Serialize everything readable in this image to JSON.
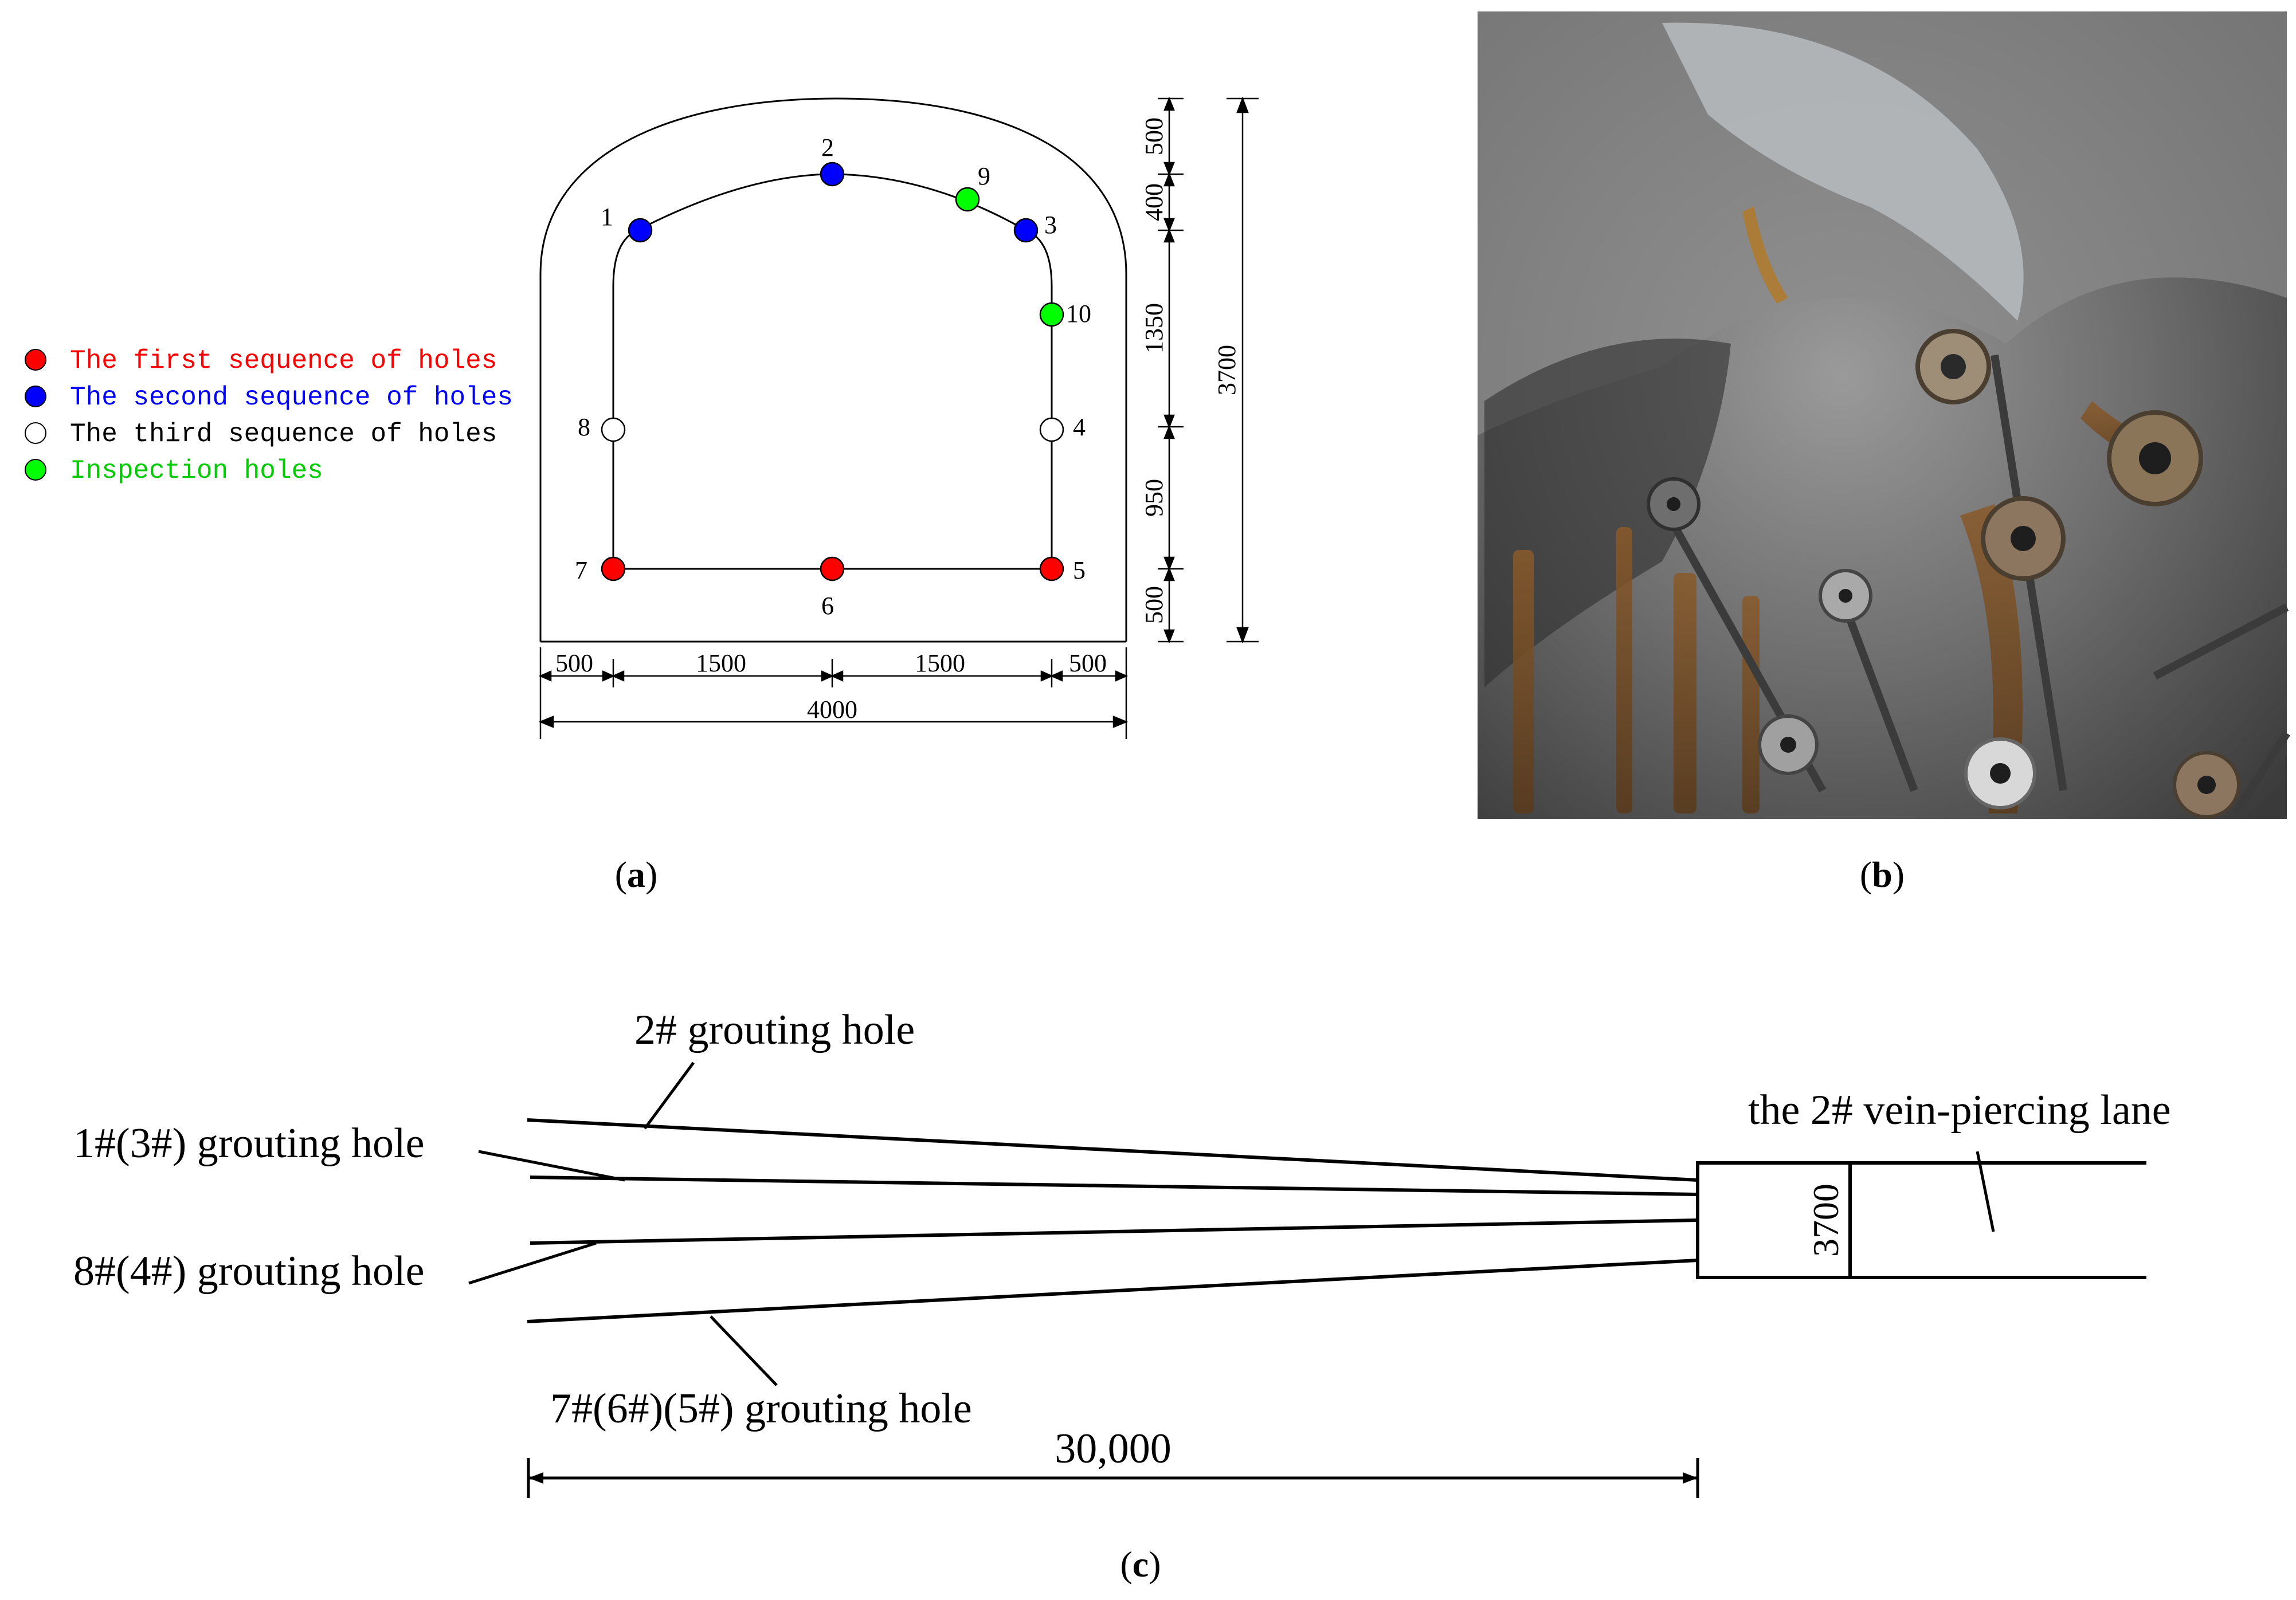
{
  "panel_a": {
    "label": "a",
    "legend": [
      {
        "text": "The first sequence of holes",
        "color": "#ff0000",
        "fill": "#ff0000"
      },
      {
        "text": "The second sequence of holes",
        "color": "#0000ff",
        "fill": "#0000ff"
      },
      {
        "text": "The third sequence of holes",
        "color": "#000000",
        "fill": "#ffffff"
      },
      {
        "text": "Inspection holes",
        "color": "#00dd00",
        "fill": "#00ff00"
      }
    ],
    "holes": [
      {
        "id": "1",
        "type": "second"
      },
      {
        "id": "2",
        "type": "second"
      },
      {
        "id": "3",
        "type": "second"
      },
      {
        "id": "4",
        "type": "third"
      },
      {
        "id": "5",
        "type": "first"
      },
      {
        "id": "6",
        "type": "first"
      },
      {
        "id": "7",
        "type": "first"
      },
      {
        "id": "8",
        "type": "third"
      },
      {
        "id": "9",
        "type": "inspection"
      },
      {
        "id": "10",
        "type": "inspection"
      }
    ],
    "dims_bottom": [
      "500",
      "1500",
      "1500",
      "500"
    ],
    "dim_total_width": "4000",
    "dims_right": [
      "500",
      "400",
      "1350",
      "950",
      "500"
    ],
    "dim_total_height": "3700"
  },
  "panel_b": {
    "label": "b"
  },
  "panel_c": {
    "label": "c",
    "hole_labels": {
      "hole_2": "2# grouting hole",
      "hole_1_3": "1#(3#) grouting hole",
      "hole_8_4": "8#(4#) grouting hole",
      "hole_7_6_5": "7#(6#)(5#) grouting hole"
    },
    "lane_label": "the 2# vein-piercing lane",
    "lane_height": "3700",
    "length": "30,000"
  },
  "colors": {
    "first": "#ff0000",
    "second": "#0000ff",
    "third": "#ffffff",
    "inspection": "#00ff00"
  }
}
